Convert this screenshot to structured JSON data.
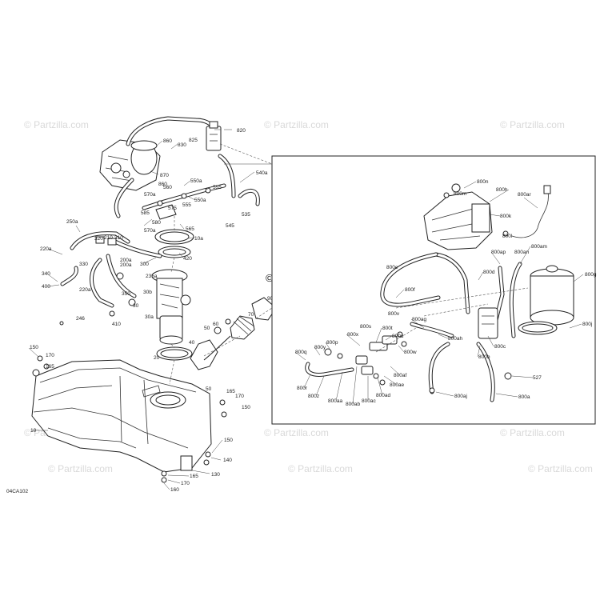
{
  "diagram_code": "04CA102",
  "watermark": "© Partzilla.com",
  "colors": {
    "line": "#222222",
    "watermark": "#d9d9d9",
    "background": "#ffffff"
  },
  "callouts_main": [
    "860",
    "830",
    "825",
    "820",
    "870",
    "860",
    "560",
    "550a",
    "555",
    "540a",
    "570a",
    "575",
    "555",
    "550a",
    "585",
    "580",
    "565",
    "570a",
    "545",
    "535",
    "250a",
    "320",
    "210",
    "310",
    "200a",
    "300",
    "420",
    "10a",
    "220a",
    "340",
    "330",
    "220a",
    "200a",
    "400",
    "350",
    "235a",
    "30b",
    "30",
    "30a",
    "90",
    "70",
    "50",
    "60",
    "246",
    "410",
    "40",
    "150",
    "170",
    "165",
    "20",
    "50",
    "165",
    "170",
    "150",
    "10",
    "150",
    "140",
    "130",
    "165",
    "170",
    "160"
  ],
  "callouts_detail": [
    "800n",
    "800m",
    "800h",
    "800ar",
    "800k",
    "800l",
    "800am",
    "800e",
    "800ap",
    "800an",
    "800d",
    "800g",
    "800f",
    "800s",
    "800v",
    "800ag",
    "800j",
    "800x",
    "800t",
    "800u",
    "800ah",
    "800p",
    "800q",
    "800w",
    "800c",
    "800b",
    "527",
    "800r",
    "800z",
    "800aa",
    "800ab",
    "800ac",
    "800ad",
    "800ae",
    "800af",
    "800aj",
    "800a",
    "800y"
  ]
}
